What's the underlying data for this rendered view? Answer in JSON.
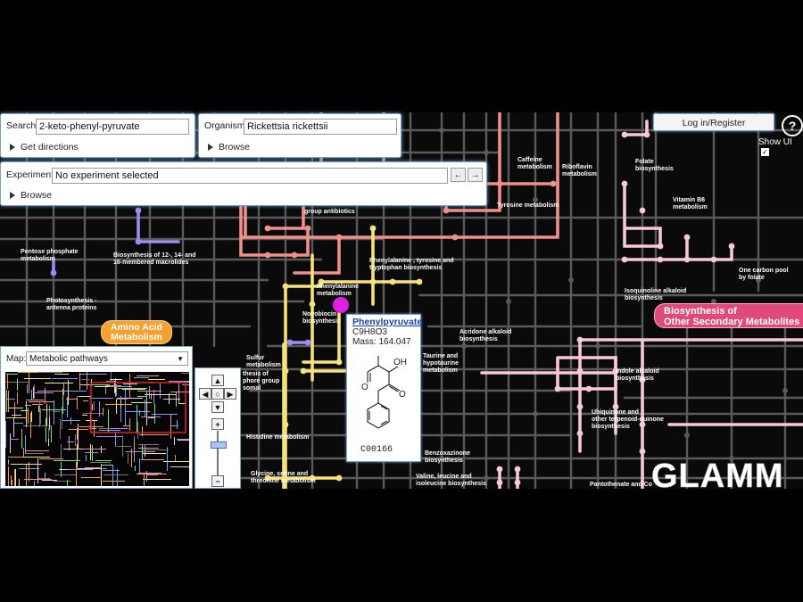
{
  "search": {
    "label": "Search:",
    "value": "2-keto-phenyl-pyruvate",
    "directions": "Get directions"
  },
  "organism": {
    "label": "Organism:",
    "value": "Rickettsia rickettsii",
    "browse": "Browse"
  },
  "experiment": {
    "label": "Experiment:",
    "value": "No experiment selected",
    "browse": "Browse",
    "prev": "←",
    "next": "→"
  },
  "login": {
    "label": "Log in/Register",
    "help": "?",
    "show_ui": "Show UI",
    "show_ui_checked": true
  },
  "map_select": {
    "label": "Map:",
    "value": "Metabolic pathways"
  },
  "categories": {
    "amino_acid": "Amino Acid\nMetabolism",
    "secondary": "Biosynthesis of\nOther Secondary Metabolites"
  },
  "logo": "GLAMM",
  "compound": {
    "name": "Phenylpyruvate",
    "formula": "C9H8O3",
    "mass": "Mass: 164.047",
    "oh_label": "OH",
    "id": "C00166"
  },
  "labels": {
    "caffeine": "Caffeine\nmetabolism",
    "riboflavin": "Riboflavin\nmetabolism",
    "folate": "Folate\nbiosynthesis",
    "vitb6": "Vitamin B6\nmetabolism",
    "tyrosine": "Tyrosine metabolism",
    "group_antibiotics": "group antibiotics",
    "pentose": "Pentose phosphate\nmetabolism",
    "macrolides": "Biosynthesis of 12-, 14- and\n16-membered macrolides",
    "phe_tyr_trp": "Phenylalanine , tyrosine and\ntryptophan biosynthesis",
    "one_carbon": "One carbon pool\nby folate",
    "photosynthesis": "Photosynthesis -\nantenna proteins",
    "phenylalanine": "Phenylalanine\nmetabolism",
    "isoquinoline": "Isoquinoline alkaloid\nbiosynthesis",
    "novobiocin": "Novobiocin\nbiosynthesis",
    "acridone": "Acridone alkaloid\nbiosynthesis",
    "sulfur": "Sulfur\nmetabolism",
    "siderophore": "thesis of\nphore group\nsomal",
    "taurine": "Taurine and\nhypotaurine\nmetabolism",
    "indole": "Indole alkaloid\nbiosynthesis",
    "ubiquinone": "Ubiquinone and\nother terpenoid-quinone\nbiosynthesis",
    "histidine": "Histidine metabolism",
    "benzoxazinone": "Benzoxazinone\nbiosynthesis",
    "glycine": "Glycine, serine and\nthreonine metabolism",
    "valine": "Valine, leucine and\nisoleucine biosynthesis",
    "pantothenate": "Pantothenate and Co"
  },
  "colors": {
    "salmon": "#f0908a",
    "yellow": "#f5e37a",
    "pink": "#f6c8d8",
    "violet": "#9b8ef0",
    "gray": "#5a5a5a",
    "orange": "#f5a030",
    "magenta": "#e04a7a",
    "marker": "#e020e0"
  }
}
